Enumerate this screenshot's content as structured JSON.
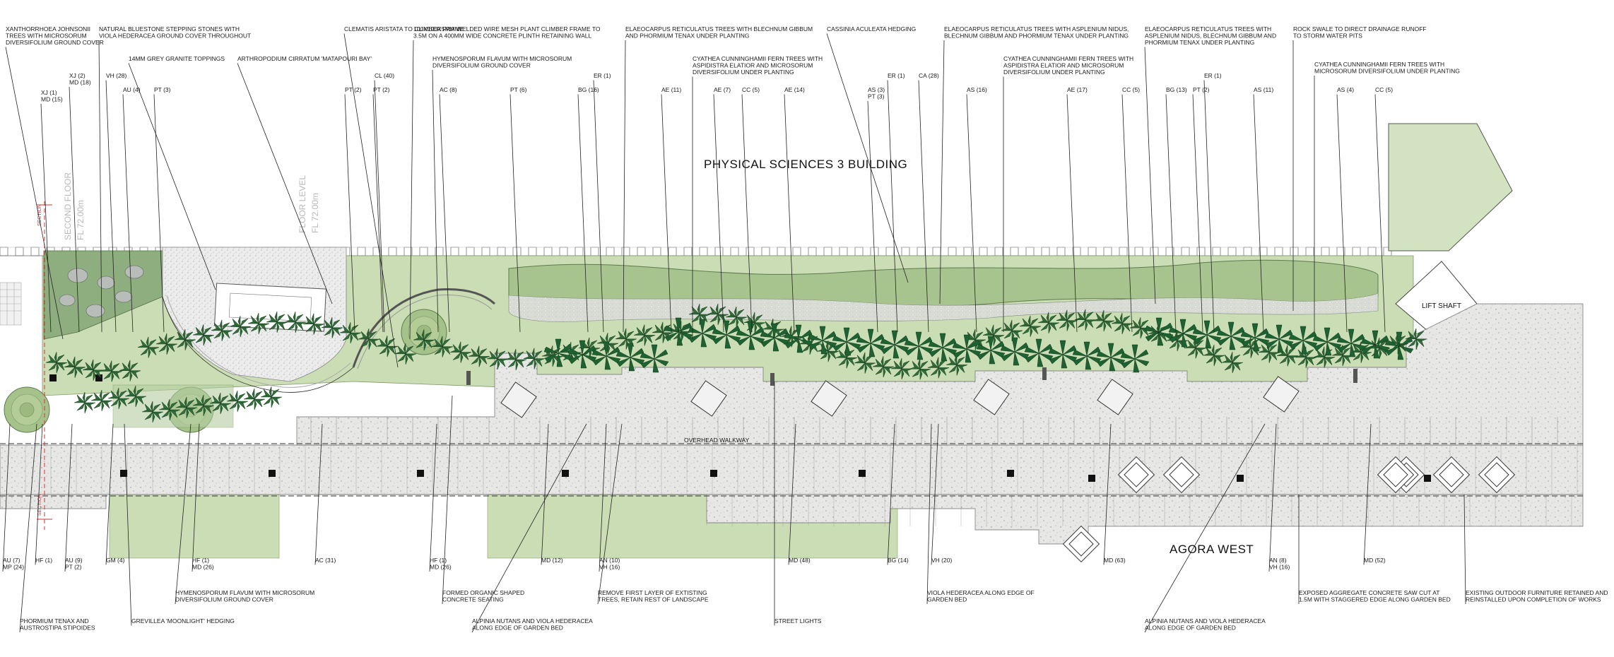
{
  "title": "PHYSICAL SCIENCES 3 BUILDING",
  "agora": "AGORA WEST",
  "lift_shaft": "LIFT SHAFT",
  "overhead_walkway": "OVERHEAD WALKWAY",
  "floor_left": [
    "SECOND FLOOR",
    "FL 72.00m"
  ],
  "floor_mid": [
    "FLOOR LEVEL",
    "FL 72.00m"
  ],
  "section_marks": [
    "SECTION",
    "SECTION"
  ],
  "colors": {
    "planting_green": "#c9d8b2",
    "dark_green": "#2f6e3a",
    "mid_green": "#5d8f55",
    "paving": "#e6e6e4",
    "building_wall": "#d6e3c3"
  },
  "top_notes": [
    {
      "text": [
        "XANTHORRHOEA JOHNSONII",
        "TREES WITH MICROSORUM",
        "DIVERSIFOLIUM GROUND COVER"
      ]
    },
    {
      "text": [
        "NATURAL BLUESTONE STEPPING STONES WITH",
        "VIOLA HEDERACEA GROUND COVER THROUGHOUT"
      ]
    },
    {
      "text": [
        "CLEMATIS ARISTATA TO CLIMBER FRAME"
      ]
    },
    {
      "text": [
        "100X100X5MM WELDED WIRE MESH PLANT CLIMBER FRAME TO",
        "3.5M ON A 400MM WIDE CONCRETE PLINTH RETAINING WALL"
      ]
    },
    {
      "text": [
        "ELAEOCARPUS RETICULATUS TREES WITH BLECHNUM GIBBUM",
        "AND PHORMIUM TENAX UNDER PLANTING"
      ]
    },
    {
      "text": [
        "CASSINIA ACULEATA HEDGING"
      ]
    },
    {
      "text": [
        "ELAEOCARPUS RETICULATUS TREES WITH ASPLENIUM NIDUS,",
        "BLECHNUM GIBBUM AND PHORMIUM TENAX UNDER PLANTING"
      ]
    },
    {
      "text": [
        "ELAEOCARPUS RETICULATUS TREES WITH",
        "ASPLENIUM NIDUS, BLECHNUM GIBBUM AND",
        "PHORMIUM TENAX UNDER PLANTING"
      ]
    },
    {
      "text": [
        "ROCK SWALE TO DIRECT DRAINAGE RUNOFF",
        "TO STORM WATER PITS"
      ]
    },
    {
      "text": [
        "14MM GREY GRANITE TOPPINGS"
      ]
    },
    {
      "text": [
        "ARTHROPODIUM CIRRATUM 'MATAPOURI BAY'"
      ]
    },
    {
      "text": [
        "HYMENOSPORUM FLAVUM WITH MICROSORUM",
        "DIVERSIFOLIUM GROUND COVER"
      ]
    },
    {
      "text": [
        "CYATHEA CUNNINGHAMII FERN TREES WITH",
        "ASPIDISTRA ELATIOR AND MICROSORUM",
        "DIVERSIFOLIUM UNDER PLANTING"
      ]
    },
    {
      "text": [
        "CYATHEA CUNNINGHAMII FERN TREES WITH",
        "ASPIDISTRA ELATIOR AND MICROSORUM",
        "DIVERSIFOLIUM UNDER PLANTING"
      ]
    },
    {
      "text": [
        "CYATHEA CUNNINGHAMII FERN TREES WITH",
        "MICROSORUM DIVERSIFOLIUM UNDER PLANTING"
      ]
    }
  ],
  "top_codes": [
    {
      "t": [
        "XJ (2)",
        "MD (18)"
      ]
    },
    {
      "t": [
        "XJ (1)",
        "MD (15)"
      ]
    },
    {
      "t": [
        "VH (28)"
      ]
    },
    {
      "t": [
        "AU (4)"
      ]
    },
    {
      "t": [
        "PT (3)"
      ]
    },
    {
      "t": [
        "CL (40)"
      ]
    },
    {
      "t": [
        "PT (2)"
      ]
    },
    {
      "t": [
        "PT (2)"
      ]
    },
    {
      "t": [
        "AC (8)"
      ]
    },
    {
      "t": [
        "PT (6)"
      ]
    },
    {
      "t": [
        "ER (1)"
      ]
    },
    {
      "t": [
        "BG (16)"
      ]
    },
    {
      "t": [
        "AE (11)"
      ]
    },
    {
      "t": [
        "AE (7)"
      ]
    },
    {
      "t": [
        "CC (5)"
      ]
    },
    {
      "t": [
        "AE (14)"
      ]
    },
    {
      "t": [
        "ER (1)"
      ]
    },
    {
      "t": [
        "AS (3)",
        "PT (3)"
      ]
    },
    {
      "t": [
        "CA (28)"
      ]
    },
    {
      "t": [
        "AS (16)"
      ]
    },
    {
      "t": [
        "AE (17)"
      ]
    },
    {
      "t": [
        "CC (5)"
      ]
    },
    {
      "t": [
        "BG (13)"
      ]
    },
    {
      "t": [
        "PT (2)"
      ]
    },
    {
      "t": [
        "ER (1)"
      ]
    },
    {
      "t": [
        "AS (11)"
      ]
    },
    {
      "t": [
        "AS (4)"
      ]
    },
    {
      "t": [
        "CC (5)"
      ]
    }
  ],
  "bottom_codes": [
    {
      "t": [
        "AU (7)",
        "MP (24)"
      ]
    },
    {
      "t": [
        "HF (1)"
      ]
    },
    {
      "t": [
        "AU (9)",
        "PT (2)"
      ]
    },
    {
      "t": [
        "GM (4)"
      ]
    },
    {
      "t": [
        "HF (1)",
        "MD (26)"
      ]
    },
    {
      "t": [
        "AC (31)"
      ]
    },
    {
      "t": [
        "HF (1)",
        "MD (26)"
      ]
    },
    {
      "t": [
        "MD (12)"
      ]
    },
    {
      "t": [
        "AN (10)",
        "VH (16)"
      ]
    },
    {
      "t": [
        "MD (48)"
      ]
    },
    {
      "t": [
        "BG (14)"
      ]
    },
    {
      "t": [
        "VH (20)"
      ]
    },
    {
      "t": [
        "MD (63)"
      ]
    },
    {
      "t": [
        "AN (8)",
        "VH (16)"
      ]
    },
    {
      "t": [
        "MD (52)"
      ]
    }
  ],
  "bottom_notes": [
    {
      "text": [
        "HYMENOSPORUM FLAVUM WITH MICROSORUM",
        "DIVERSIFOLIUM GROUND COVER"
      ]
    },
    {
      "text": [
        "FORMED ORGANIC SHAPED",
        "CONCRETE SEATING"
      ]
    },
    {
      "text": [
        "REMOVE FIRST LAYER OF EXTISTING",
        "TREES, RETAIN REST OF LANDSCAPE"
      ]
    },
    {
      "text": [
        "VIOLA HEDERACEA ALONG EDGE OF",
        "GARDEN BED"
      ]
    },
    {
      "text": [
        "EXPOSED AGGREGATE CONCRETE SAW CUT AT",
        "1.5M WITH STAGGERED EDGE ALONG GARDEN BED"
      ]
    },
    {
      "text": [
        "EXISTING OUTDOOR FURNITURE RETAINED AND",
        "REINSTALLED UPON COMPLETION OF WORKS"
      ]
    },
    {
      "text": [
        "PHORMIUM TENAX AND",
        "AUSTROSTIPA STIPOIDES"
      ]
    },
    {
      "text": [
        "GREVILLEA 'MOONLIGHT' HEDGING"
      ]
    },
    {
      "text": [
        "ALPINIA NUTANS AND VIOLA HEDERACEA",
        "ALONG EDGE OF GARDEN BED"
      ]
    },
    {
      "text": [
        "STREET LIGHTS"
      ]
    },
    {
      "text": [
        "ALPINIA NUTANS AND VIOLA HEDERACEA",
        "ALONG EDGE OF GARDEN BED"
      ]
    }
  ]
}
